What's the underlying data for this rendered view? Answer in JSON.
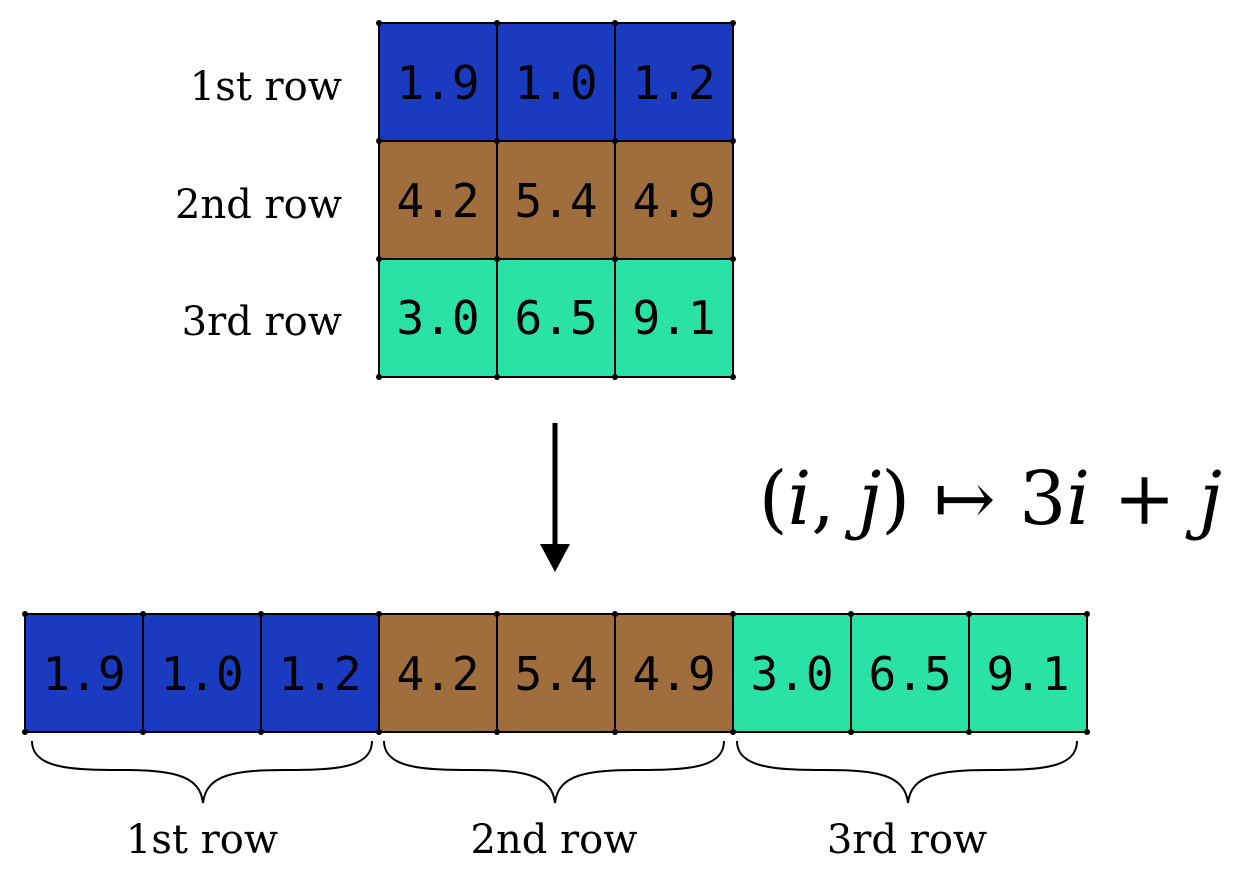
{
  "matrix": {
    "rows": [
      {
        "label": "1st row",
        "color": "#1a3bbf",
        "values": [
          "1.9",
          "1.0",
          "1.2"
        ]
      },
      {
        "label": "2nd row",
        "color": "#a06e3c",
        "values": [
          "4.2",
          "5.4",
          "4.9"
        ]
      },
      {
        "label": "3rd row",
        "color": "#2ae1a6",
        "values": [
          "3.0",
          "6.5",
          "9.1"
        ]
      }
    ]
  },
  "mapping": {
    "formula": {
      "open": "(",
      "i": "i",
      "comma": ", ",
      "j": "j",
      "close": ")",
      "arrow": " ↦ ",
      "coef": "3",
      "i2": "i",
      "plus": " + ",
      "j2": "j"
    },
    "arrow_icon": "down-arrow"
  },
  "flat_array": {
    "groups": [
      {
        "label": "1st row",
        "color": "#1a3bbf",
        "values": [
          "1.9",
          "1.0",
          "1.2"
        ]
      },
      {
        "label": "2nd row",
        "color": "#a06e3c",
        "values": [
          "4.2",
          "5.4",
          "4.9"
        ]
      },
      {
        "label": "3rd row",
        "color": "#2ae1a6",
        "values": [
          "3.0",
          "6.5",
          "9.1"
        ]
      }
    ],
    "brace_icon": "curly-brace"
  }
}
